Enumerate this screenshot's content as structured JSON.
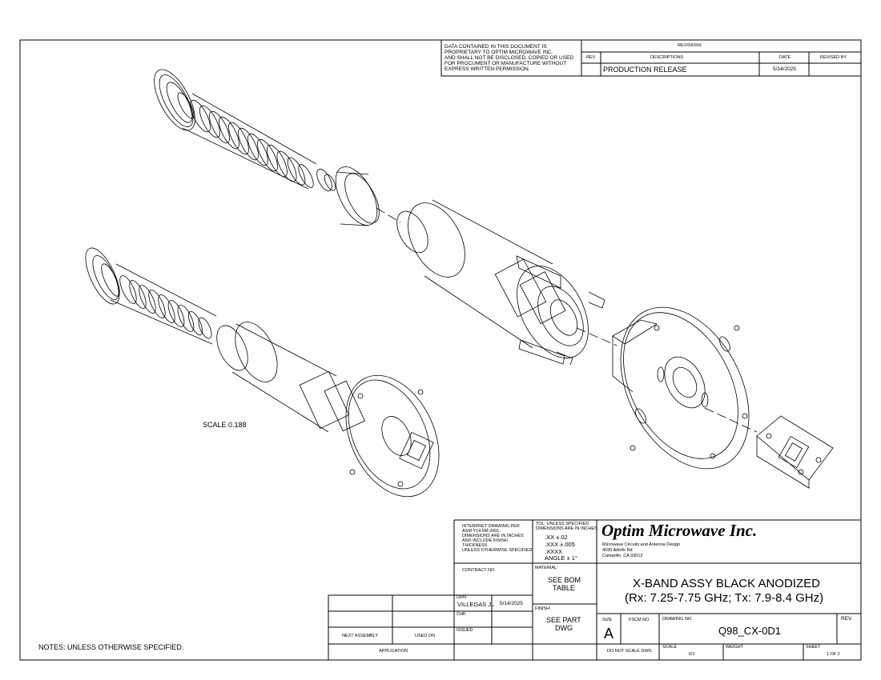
{
  "proprietary_notice": [
    "DATA CONTAINED IN THIS DOCUMENT IS",
    "PROPRIETARY TO OPTIM MICROWAVE INC.",
    "AND SHALL NOT BE DISCLOSED, COPIED OR USED",
    "FOR PROCUMENT OR MANUFACTURE WITHOUT",
    "EXPRESS WRITTEN PERMISSION."
  ],
  "revisions": {
    "title": "REVISIONS",
    "headers": {
      "rev": "REV",
      "descriptions": "DESCRIPTIONS",
      "date": "DATE",
      "revised_by": "REVISED BY"
    },
    "rows": [
      {
        "rev": "",
        "description": "PRODUCTION RELEASE",
        "date": "5/14/2025",
        "revised_by": ""
      }
    ]
  },
  "scale_note": "SCALE  0.188",
  "notes": "NOTES: UNLESS OTHERWISE SPECIFIED.",
  "title_block": {
    "interpret": [
      "INTERPRET DRAWING PER",
      "ASM Y14.5M-2001.",
      "DIMENSIONS ARE IN INCHES",
      "AND INCLUDE FINISH",
      "THICKNESS",
      "UNLESS OTHERWISE SPECIFIED."
    ],
    "tolerance_header": [
      "TOL: UNLESS SPECIFIED",
      "DIMENSIONS ARE IN INCHES."
    ],
    "tolerances": [
      ".XX  ±.02",
      ".XXX ±.005",
      ".XXXX",
      "ANGLE ± 1°"
    ],
    "company": "Optim Microwave Inc.",
    "company_details": [
      "Microwave Circuits and Antenna Design",
      "4020 Adolfo Rd",
      "Camarillo, CA 93012"
    ],
    "contract_label": "CONTRACT NO.",
    "material_label": "MATERIAL:",
    "material_value": [
      "SEE BOM",
      "TABLE"
    ],
    "finish_label": "FINISH:",
    "finish_value": [
      "SEE PART",
      "DWG"
    ],
    "title_lines": [
      "X-BAND ASSY BLACK ANODIZED",
      "(Rx: 7.25-7.75 GHz; Tx: 7.9-8.4 GHz)"
    ],
    "drn_label": "DRN",
    "drn_name": "VILLEGAS JL",
    "drn_date": "5/14/2025",
    "chk_label": "CHK",
    "issued_label": "ISSUED",
    "size_label": "SIZE",
    "size_value": "A",
    "fscm_label": "FSCM NO.",
    "drawing_no_label": "DRAWING NO.",
    "drawing_no": "Q98_CX-0D1",
    "rev_label": "REV.",
    "do_not_scale": "DO NOT SCALE DWG",
    "scale_label": "SCALE",
    "scale_value": "0/1",
    "weight_label": "WEIGHT",
    "sheet_label": "SHEET",
    "sheet_value": "1 OF 2",
    "next_assembly": "NEXT ASSEMBLY",
    "used_on": "USED ON",
    "application": "APPLICATION"
  }
}
